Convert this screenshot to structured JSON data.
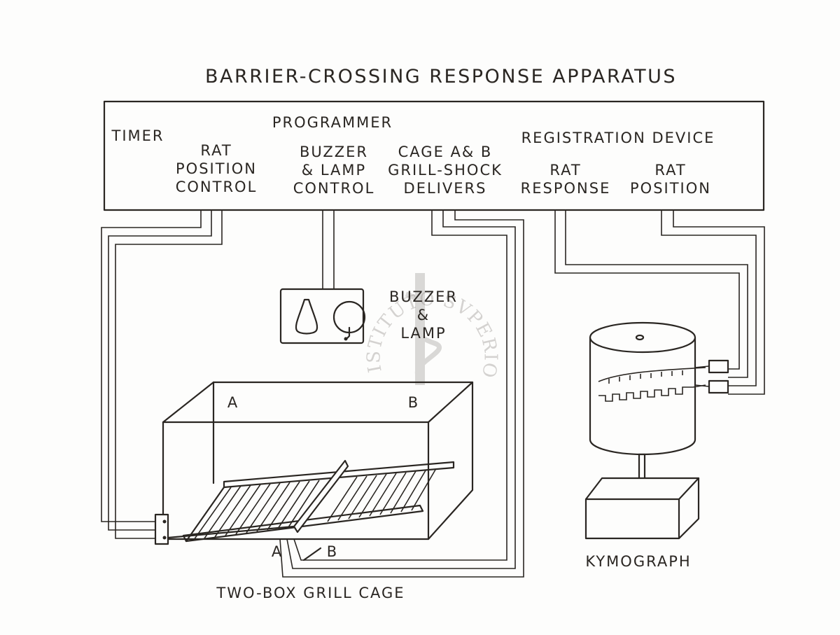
{
  "title": "BARRIER-CROSSING RESPONSE APPARATUS",
  "programmer": {
    "header": "PROGRAMMER",
    "timer": "TIMER",
    "rat_position_control": [
      "RAT",
      "POSITION",
      "CONTROL"
    ],
    "buzzer_lamp_control": [
      "BUZZER",
      "& LAMP",
      "CONTROL"
    ],
    "grill_shock": [
      "CAGE A& B",
      "GRILL-SHOCK",
      "DELIVERS"
    ],
    "registration_device": "REGISTRATION DEVICE",
    "rat_response": [
      "RAT",
      "RESPONSE"
    ],
    "rat_position": [
      "RAT",
      "POSITION"
    ]
  },
  "buzzer_lamp": [
    "BUZZER",
    "&",
    "LAMP"
  ],
  "cage": {
    "label": "TWO-BOX GRILL CAGE",
    "box_a": "A",
    "box_b": "B",
    "switch_a": "A",
    "switch_b": "B"
  },
  "kymograph": "KYMOGRAPH",
  "watermark": "ISTITUTO SVPERIORE DI SANITA"
}
